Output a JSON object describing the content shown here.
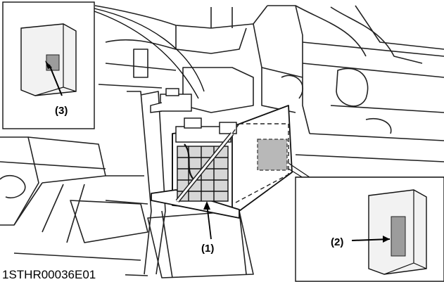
{
  "labels": {
    "callout_1": "(1)",
    "callout_2": "(2)",
    "callout_3": "(3)"
  },
  "figure_code": "1STHR00036E01"
}
